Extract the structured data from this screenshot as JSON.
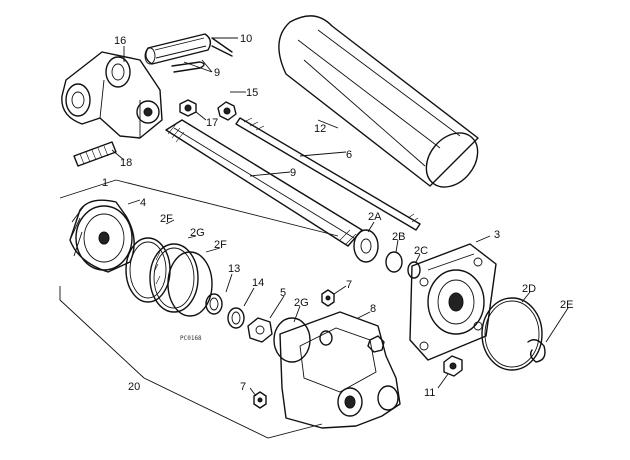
{
  "figure_code": "PC0168",
  "part_labels": {
    "p16": "16",
    "p10": "10",
    "p9a": "9",
    "p15": "15",
    "p17": "17",
    "p12": "12",
    "p18": "18",
    "p6": "6",
    "p9b": "9",
    "p1": "1",
    "p4": "4",
    "p2F_a": "2F",
    "p2G_a": "2G",
    "p2F_b": "2F",
    "p2A": "2A",
    "p2B": "2B",
    "p2C": "2C",
    "p3": "3",
    "p13": "13",
    "p14": "14",
    "p5": "5",
    "p7a": "7",
    "p8": "8",
    "p2G_b": "2G",
    "p2D": "2D",
    "p2E": "2E",
    "p11": "11",
    "p20": "20",
    "p7b": "7"
  }
}
